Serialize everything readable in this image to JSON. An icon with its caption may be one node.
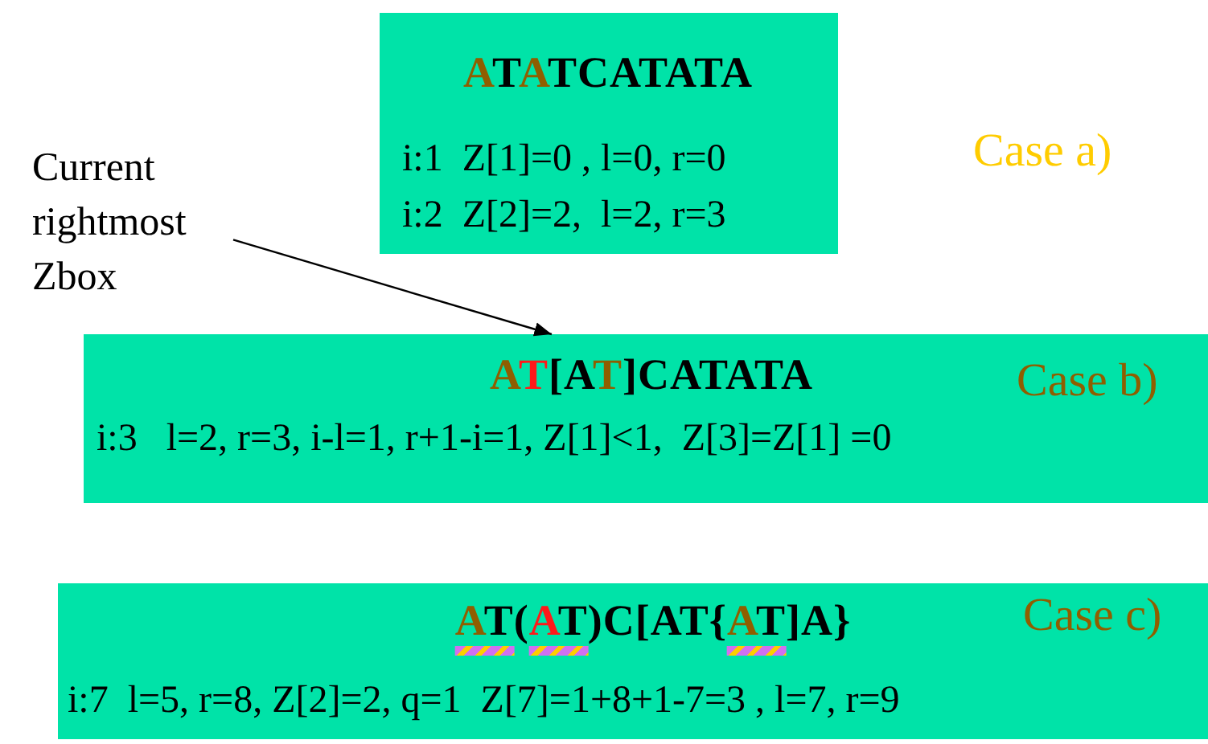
{
  "diagram": {
    "nodes": [
      {
        "text": [
          "ATATCATATA",
          "i:1  Z[1]=0 , l=0, r=0",
          "i:2  Z[2]=2,  l=2, r=3"
        ],
        "beside": [
          "Case a)"
        ]
      },
      {
        "text": [
          "Current rightmost Zbox"
        ]
      },
      {
        "text": [
          "AT[AT]CATATA",
          "i:3   l=2, r=3, i-l=1, r+1-i=1, Z[1]<1,  Z[3]=Z[1] =0",
          "Case b)"
        ]
      },
      {
        "text": [
          "AT(AT)C[AT{AT]A}",
          "i:7  l=5, r=8, Z[2]=2, q=1  Z[7]=1+8+1-7=3 , l=7, r=9",
          "Case c)"
        ]
      }
    ],
    "edges": [
      {
        "from": 1,
        "to": 2,
        "arrow": "to"
      }
    ]
  }
}
